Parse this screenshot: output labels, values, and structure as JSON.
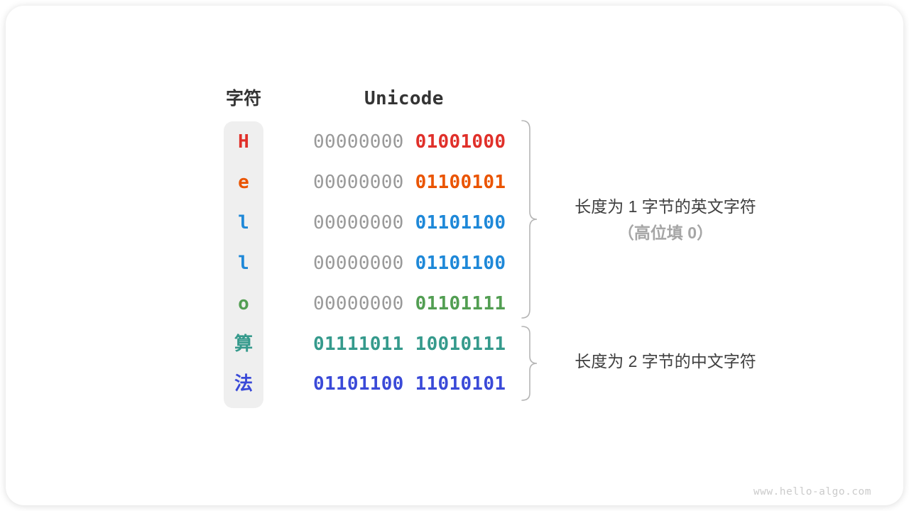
{
  "table": {
    "char_header": "字符",
    "unicode_header": "Unicode",
    "rows": [
      {
        "char": "H",
        "char_color": "#e0302a",
        "high_byte": "00000000",
        "high_color": "#999999",
        "low_byte": "01001000",
        "low_color": "#e0302a"
      },
      {
        "char": "e",
        "char_color": "#ea5400",
        "high_byte": "00000000",
        "high_color": "#999999",
        "low_byte": "01100101",
        "low_color": "#ea5400"
      },
      {
        "char": "l",
        "char_color": "#1e88d8",
        "high_byte": "00000000",
        "high_color": "#999999",
        "low_byte": "01101100",
        "low_color": "#1e88d8"
      },
      {
        "char": "l",
        "char_color": "#1e88d8",
        "high_byte": "00000000",
        "high_color": "#999999",
        "low_byte": "01101100",
        "low_color": "#1e88d8"
      },
      {
        "char": "o",
        "char_color": "#529e52",
        "high_byte": "00000000",
        "high_color": "#999999",
        "low_byte": "01101111",
        "low_color": "#529e52"
      },
      {
        "char": "算",
        "char_color": "#359a8c",
        "high_byte": "01111011",
        "high_color": "#359a8c",
        "low_byte": "10010111",
        "low_color": "#359a8c"
      },
      {
        "char": "法",
        "char_color": "#3a4ad8",
        "high_byte": "01101100",
        "high_color": "#3a4ad8",
        "low_byte": "11010101",
        "low_color": "#3a4ad8"
      }
    ]
  },
  "annotations": {
    "one_byte_line1": "长度为 1 字节的英文字符",
    "one_byte_line2": "（高位填 0）",
    "two_byte": "长度为 2 字节的中文字符"
  },
  "colors": {
    "high_bits_gray": "#999999",
    "char_column_bg": "#efefef",
    "brace_stroke": "#b5b5b5",
    "header_text": "#343434"
  },
  "watermark": "www.hello-algo.com"
}
